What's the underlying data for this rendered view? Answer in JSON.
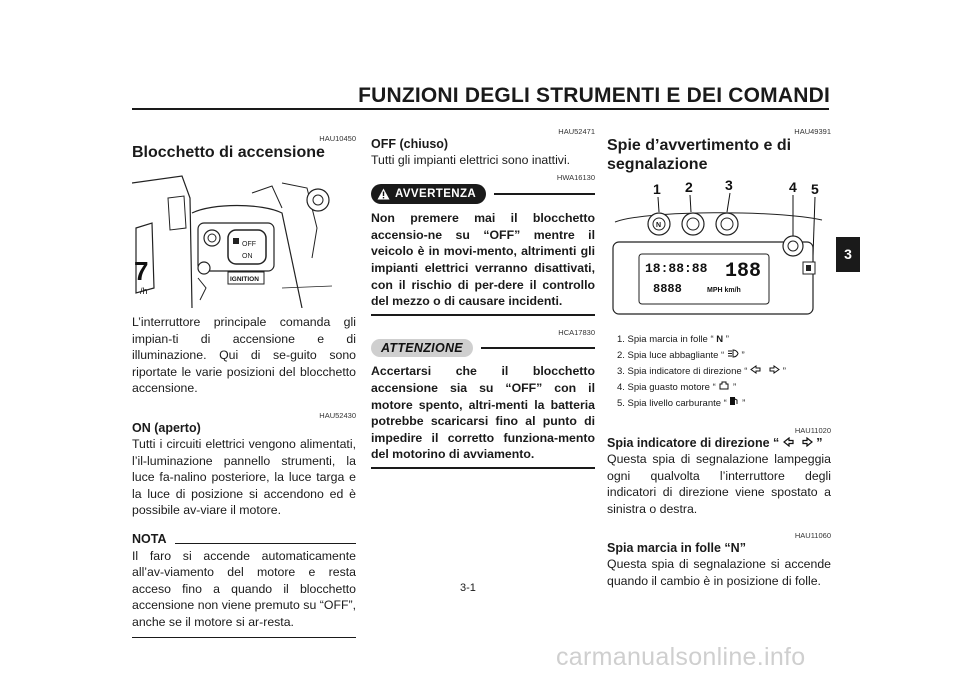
{
  "header": {
    "title": "FUNZIONI DEGLI STRUMENTI E DEI COMANDI",
    "chapter": "3"
  },
  "col1": {
    "code1": "HAU10450",
    "title": "Blocchetto di accensione",
    "figure_label": "IGNITION",
    "intro": "L’interruttore principale comanda gli impian-ti di accensione e di illuminazione. Qui di se-guito sono riportate le varie posizioni del blocchetto accensione.",
    "code2": "HAU52430",
    "on_title": "ON (aperto)",
    "on_text": "Tutti i circuiti elettrici vengono alimentati, l’il-luminazione pannello strumenti, la luce fa-nalino posteriore, la luce targa e la luce di posizione si accendono ed è possibile av-viare il motore.",
    "nota_label": "NOTA",
    "nota_text": "Il faro si accende automaticamente all’av-viamento del motore e resta acceso fino a quando il blocchetto accensione non viene premuto su “OFF”, anche se il motore si ar-resta."
  },
  "col2": {
    "code1": "HAU52471",
    "off_title": "OFF (chiuso)",
    "off_text": "Tutti gli impianti elettrici sono inattivi.",
    "code2": "HWA16130",
    "warning_label": "AVVERTENZA",
    "warning_text": "Non premere mai il blocchetto accensio-ne su “OFF” mentre il veicolo è in movi-mento, altrimenti gli impianti elettrici verranno disattivati, con il rischio di per-dere il controllo del mezzo o di causare incidenti.",
    "code3": "HCA17830",
    "attention_label": "ATTENZIONE",
    "attention_text": "Accertarsi che il blocchetto accensione sia su “OFF” con il motore spento, altri-menti la batteria potrebbe scaricarsi fino al punto di impedire il corretto funziona-mento del motorino di avviamento."
  },
  "col3": {
    "code1": "HAU49391",
    "title": "Spie d’avvertimento e di segnalazione",
    "figure_numbers": [
      "1",
      "2",
      "3",
      "4",
      "5"
    ],
    "legend": [
      {
        "text": "1. Spia marcia in folle “",
        "suffix": "”"
      },
      {
        "text": "2. Spia luce abbagliante “",
        "suffix": "”"
      },
      {
        "text": "3. Spia indicatore di direzione “",
        "suffix": "”"
      },
      {
        "text": "4. Spia guasto motore “",
        "suffix": "”"
      },
      {
        "text": "5. Spia livello carburante “",
        "suffix": "”"
      }
    ],
    "code2": "HAU11020",
    "turn_title_prefix": "Spia indicatore di direzione “",
    "turn_title_suffix": "”",
    "turn_text": "Questa spia di segnalazione lampeggia ogni qualvolta l’interruttore degli indicatori di direzione viene spostato a sinistra o destra.",
    "code3": "HAU11060",
    "neutral_title_prefix": "Spia marcia in folle “",
    "neutral_title_suffix": "”",
    "neutral_text": "Questa spia di segnalazione si accende quando il cambio è in posizione di folle."
  },
  "footer": {
    "page": "3-1",
    "watermark": "carmanualsonline.info"
  }
}
